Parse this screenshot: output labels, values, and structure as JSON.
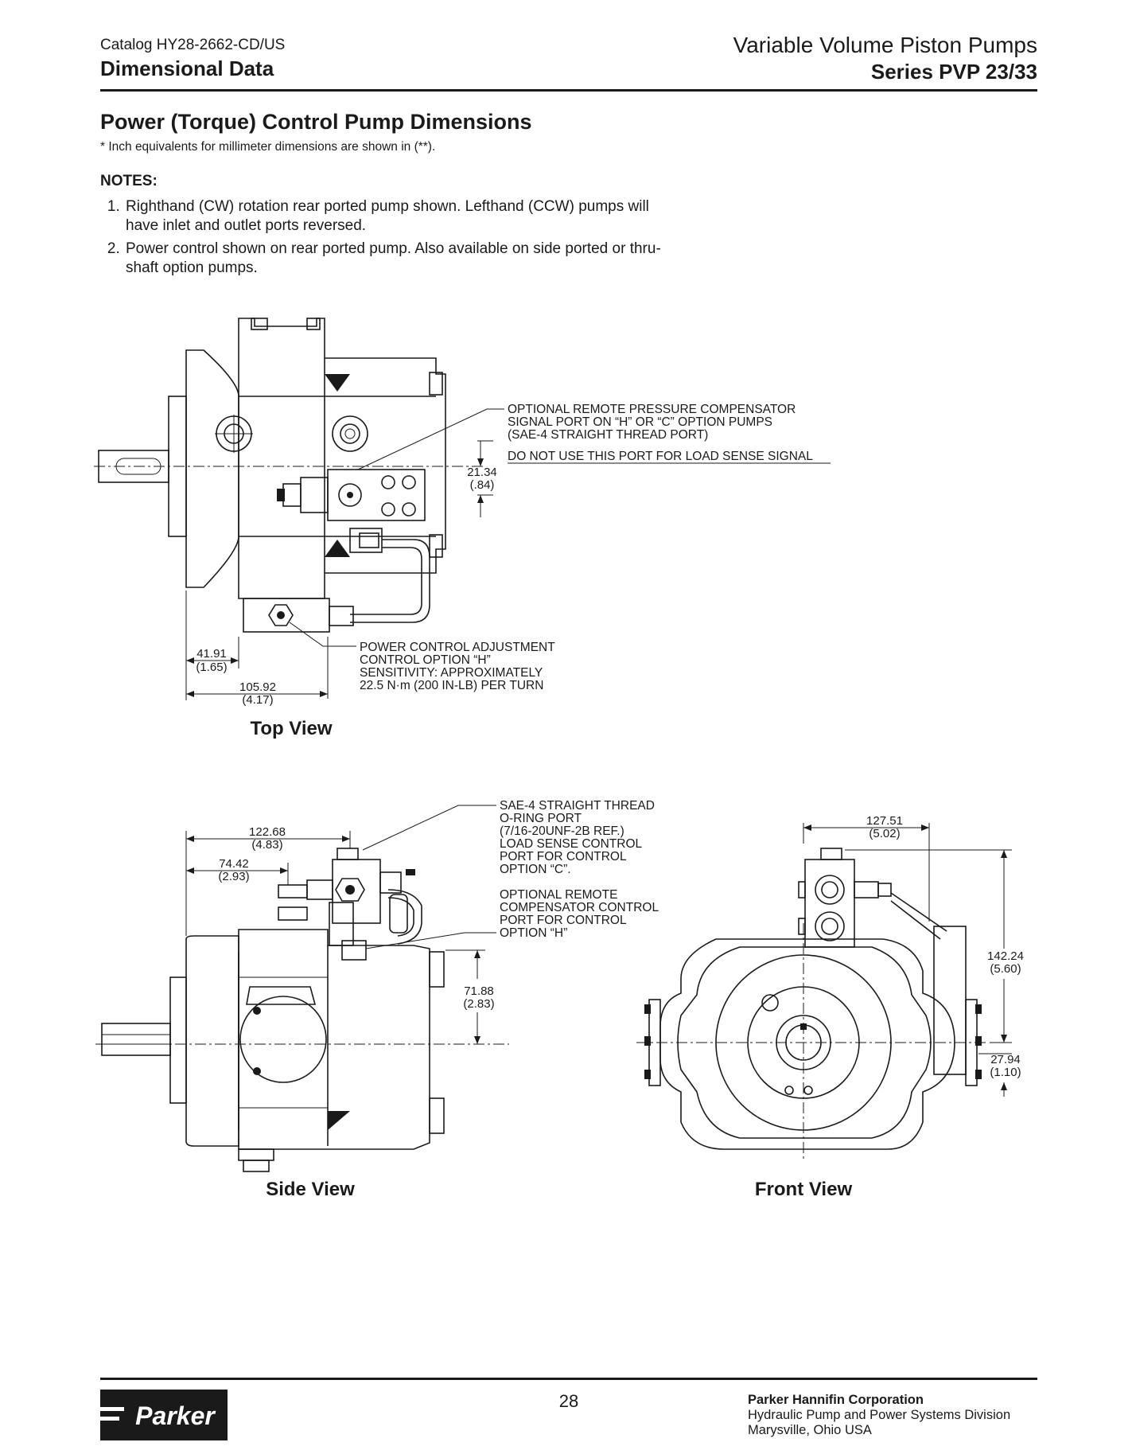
{
  "header": {
    "catalog": "Catalog HY28-2662-CD/US",
    "section": "Dimensional Data",
    "product": "Variable Volume Piston Pumps",
    "series": "Series PVP 23/33"
  },
  "page": {
    "title": "Power (Torque) Control Pump Dimensions",
    "inch_note": "* Inch equivalents for millimeter dimensions are shown in (**).",
    "notes_heading": "NOTES:",
    "notes": [
      "Righthand (CW) rotation rear ported pump shown. Lefthand (CCW) pumps will have inlet and outlet ports reversed.",
      "Power control shown on rear ported pump. Also available on side ported or thru-shaft option pumps."
    ]
  },
  "views": {
    "top": {
      "label": "Top View",
      "callout_compensator": [
        "OPTIONAL REMOTE PRESSURE COMPENSATOR",
        "SIGNAL PORT ON “H” OR “C” OPTION PUMPS",
        "(SAE-4 STRAIGHT THREAD PORT)",
        "DO NOT USE THIS PORT FOR LOAD SENSE SIGNAL"
      ],
      "callout_adjustment": [
        "POWER CONTROL ADJUSTMENT",
        "CONTROL OPTION “H”",
        "SENSITIVITY: APPROXIMATELY",
        "22.5 N·m (200 IN-LB) PER TURN"
      ],
      "dim_port_offset": [
        "21.34",
        "(.84)"
      ],
      "dim_flange": [
        "41.91",
        "(1.65)"
      ],
      "dim_adjuster": [
        "105.92",
        "(4.17)"
      ]
    },
    "side": {
      "label": "Side View",
      "callout_port": [
        "SAE-4 STRAIGHT THREAD",
        "O-RING PORT",
        "(7/16-20UNF-2B REF.)",
        "LOAD SENSE CONTROL",
        "PORT FOR CONTROL",
        "OPTION “C”.",
        "",
        "OPTIONAL REMOTE",
        "COMPENSATOR CONTROL",
        "PORT FOR CONTROL",
        "OPTION “H”"
      ],
      "dim_port_length": [
        "122.68",
        "(4.83)"
      ],
      "dim_port_short": [
        "74.42",
        "(2.93)"
      ],
      "dim_height": [
        "71.88",
        "(2.83)"
      ]
    },
    "front": {
      "label": "Front View",
      "dim_width": [
        "127.51",
        "(5.02)"
      ],
      "dim_height": [
        "142.24",
        "(5.60)"
      ],
      "dim_offset": [
        "27.94",
        "(1.10)"
      ]
    }
  },
  "footer": {
    "page_number": "28",
    "company": "Parker Hannifin Corporation",
    "division": "Hydraulic Pump and Power Systems Division",
    "location": "Marysville, Ohio USA",
    "logo_text": "Parker"
  }
}
